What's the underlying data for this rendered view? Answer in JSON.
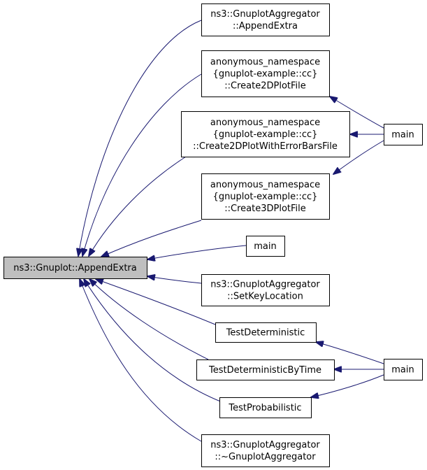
{
  "colors": {
    "edge": "#191970",
    "node_fill": "#ffffff",
    "focus_fill": "#bfbfbf",
    "border": "#000000"
  },
  "nodes": [
    {
      "id": "append-extra",
      "lines": [
        "ns3::Gnuplot::AppendExtra"
      ],
      "focus": true
    },
    {
      "id": "agg-append-extra",
      "lines": [
        "ns3::GnuplotAggregator",
        "::AppendExtra"
      ]
    },
    {
      "id": "create-2d-plot-file",
      "lines": [
        "anonymous_namespace",
        "{gnuplot-example::cc}",
        "::Create2DPlotFile"
      ]
    },
    {
      "id": "create-2d-plot-errorbars-file",
      "lines": [
        "anonymous_namespace",
        "{gnuplot-example::cc}",
        "::Create2DPlotWithErrorBarsFile"
      ]
    },
    {
      "id": "create-3d-plot-file",
      "lines": [
        "anonymous_namespace",
        "{gnuplot-example::cc}",
        "::Create3DPlotFile"
      ]
    },
    {
      "id": "main-middle",
      "lines": [
        "main"
      ]
    },
    {
      "id": "agg-set-key-location",
      "lines": [
        "ns3::GnuplotAggregator",
        "::SetKeyLocation"
      ]
    },
    {
      "id": "test-deterministic",
      "lines": [
        "TestDeterministic"
      ]
    },
    {
      "id": "test-deterministic-by-time",
      "lines": [
        "TestDeterministicByTime"
      ]
    },
    {
      "id": "test-probabilistic",
      "lines": [
        "TestProbabilistic"
      ]
    },
    {
      "id": "agg-destructor",
      "lines": [
        "ns3::GnuplotAggregator",
        "::~GnuplotAggregator"
      ]
    },
    {
      "id": "main-top",
      "lines": [
        "main"
      ]
    },
    {
      "id": "main-bottom",
      "lines": [
        "main"
      ]
    }
  ],
  "edges": [
    {
      "from": "agg-append-extra",
      "to": "append-extra"
    },
    {
      "from": "create-2d-plot-file",
      "to": "append-extra"
    },
    {
      "from": "create-2d-plot-errorbars-file",
      "to": "append-extra"
    },
    {
      "from": "create-3d-plot-file",
      "to": "append-extra"
    },
    {
      "from": "main-middle",
      "to": "append-extra"
    },
    {
      "from": "agg-set-key-location",
      "to": "append-extra"
    },
    {
      "from": "test-deterministic",
      "to": "append-extra"
    },
    {
      "from": "test-deterministic-by-time",
      "to": "append-extra"
    },
    {
      "from": "test-probabilistic",
      "to": "append-extra"
    },
    {
      "from": "agg-destructor",
      "to": "append-extra"
    },
    {
      "from": "main-top",
      "to": "create-2d-plot-file"
    },
    {
      "from": "main-top",
      "to": "create-2d-plot-errorbars-file"
    },
    {
      "from": "main-top",
      "to": "create-3d-plot-file"
    },
    {
      "from": "main-bottom",
      "to": "test-deterministic"
    },
    {
      "from": "main-bottom",
      "to": "test-deterministic-by-time"
    },
    {
      "from": "main-bottom",
      "to": "test-probabilistic"
    }
  ]
}
